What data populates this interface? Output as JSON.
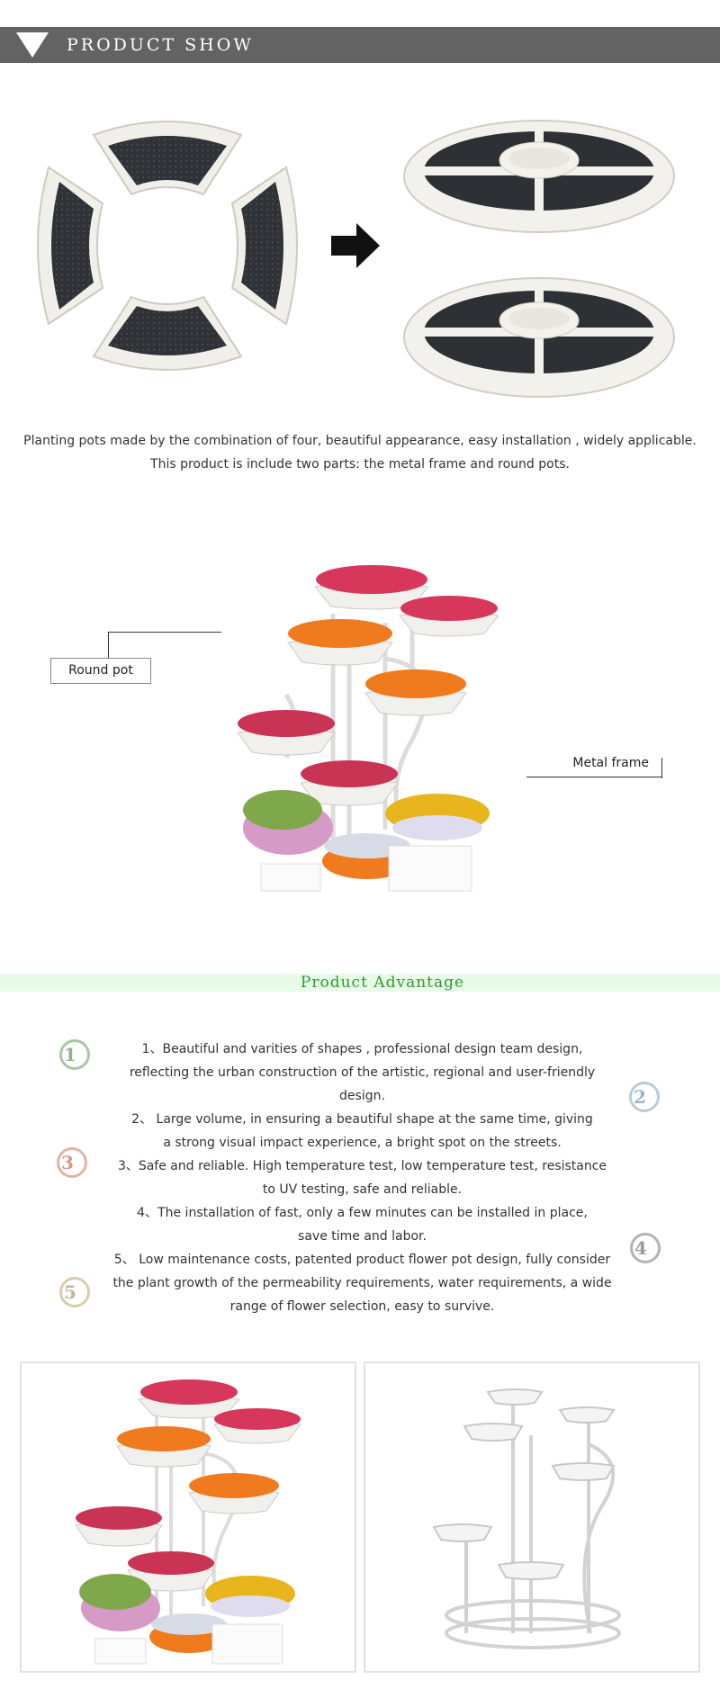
{
  "header": {
    "title": "PRODUCT SHOW"
  },
  "product_show": {
    "description_lines": [
      "Planting pots made by the combination of four, beautiful appearance, easy installation , widely applicable.",
      "This product is include two parts: the metal frame and round pots."
    ]
  },
  "callouts": {
    "round_pot": "Round pot",
    "metal_frame": "Metal frame"
  },
  "advantage": {
    "title": "Product Advantage",
    "items": [
      "1、Beautiful and varities of shapes , professional design team design, reflecting the urban construction of the artistic, regional and user-friendly design.",
      "2、 Large volume, in ensuring a beautiful shape at the same time, giving a strong visual impact experience, a bright spot on the streets.",
      "3、Safe and reliable. High temperature test, low temperature test, resistance to UV testing, safe and reliable.",
      "4、The installation of fast, only a few minutes can be installed in place, save time and labor.",
      "5、 Low maintenance costs, patented product flower pot design, fully consider the plant growth of the permeability requirements, water requirements, a wide range of flower selection, easy to survive."
    ],
    "badges": [
      "1",
      "2",
      "3",
      "4",
      "5"
    ],
    "badge_colors": [
      "#8fb08a",
      "#9db3c8",
      "#d59a86",
      "#9a9a9a",
      "#c8b592"
    ]
  },
  "colors": {
    "header_bg": "#636363",
    "advantage_band": "#e8fbe8",
    "advantage_text": "#2e9a2e",
    "pot_white": "#f4f2ee",
    "soil": "#2c2e33",
    "flower_pink": "#d6375a",
    "flower_orange": "#f07a1e",
    "flower_yellow": "#e8b51c"
  }
}
